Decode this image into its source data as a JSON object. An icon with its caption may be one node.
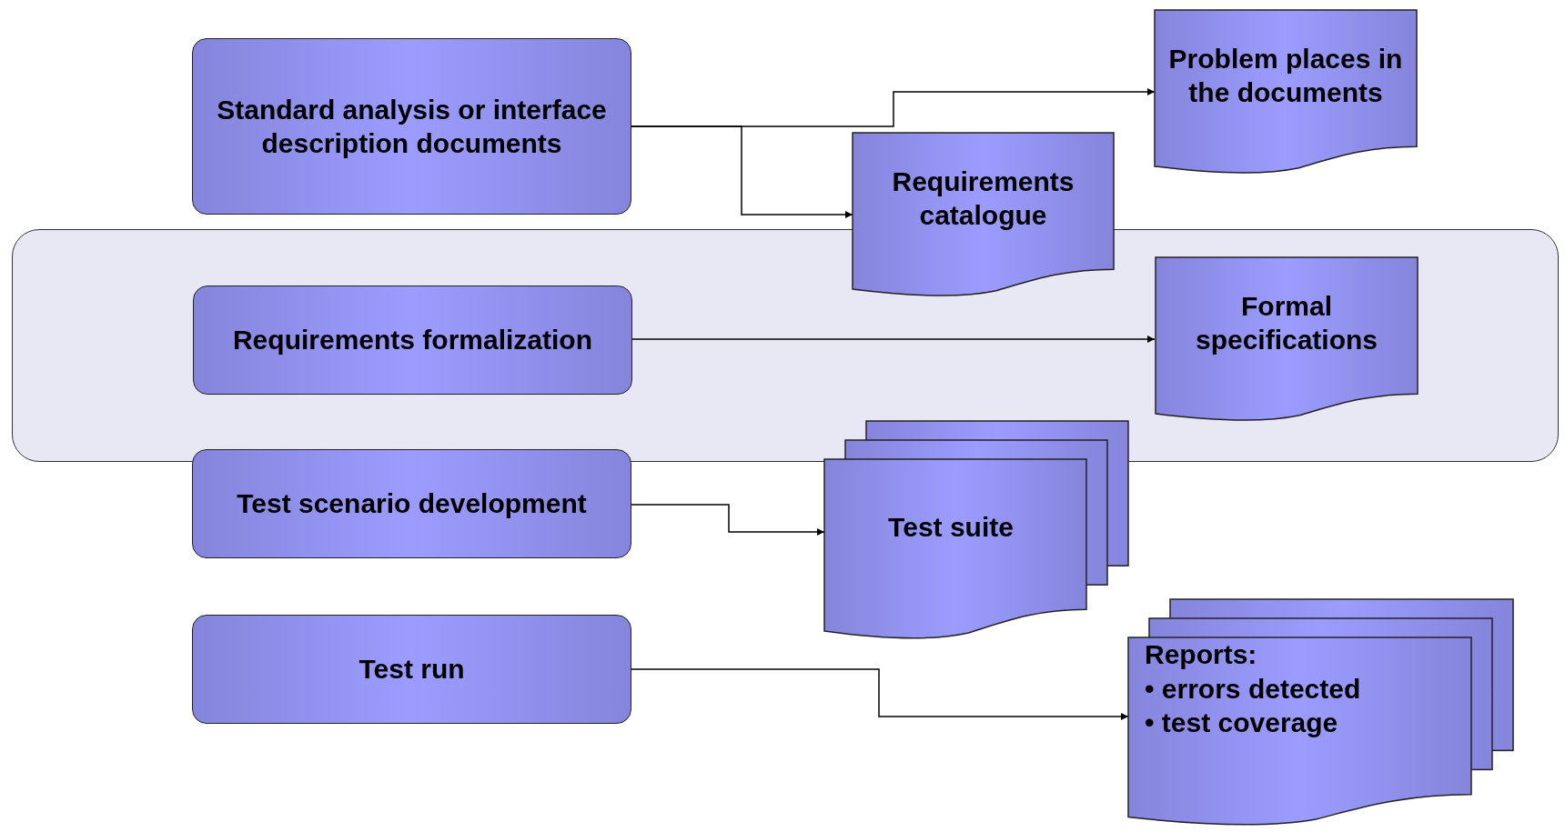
{
  "diagram": {
    "nodes": [
      {
        "text": [
          "Standard analysis or interface description documents"
        ]
      },
      {
        "text": [
          "Problem places in the documents"
        ]
      },
      {
        "text": [
          "Requirements catalogue"
        ]
      },
      {
        "text": [],
        "shape": "band"
      },
      {
        "text": [
          "Requirements formalization"
        ],
        "in": 3
      },
      {
        "text": [
          "Formal specifications"
        ],
        "in": 3
      },
      {
        "text": [
          "Test scenario development"
        ]
      },
      {
        "text": [
          "Test suite"
        ]
      },
      {
        "text": [
          "Test run"
        ]
      },
      {
        "text": [
          "Reports:",
          "• errors detected",
          "• test coverage"
        ]
      }
    ],
    "edges": [
      {
        "from": 0,
        "to": 1,
        "arrow": "to"
      },
      {
        "from": 0,
        "to": 2,
        "arrow": "to"
      },
      {
        "from": 4,
        "to": 5,
        "arrow": "to"
      },
      {
        "from": 6,
        "to": 7,
        "arrow": "to"
      },
      {
        "from": 8,
        "to": 9,
        "arrow": "to"
      }
    ]
  }
}
